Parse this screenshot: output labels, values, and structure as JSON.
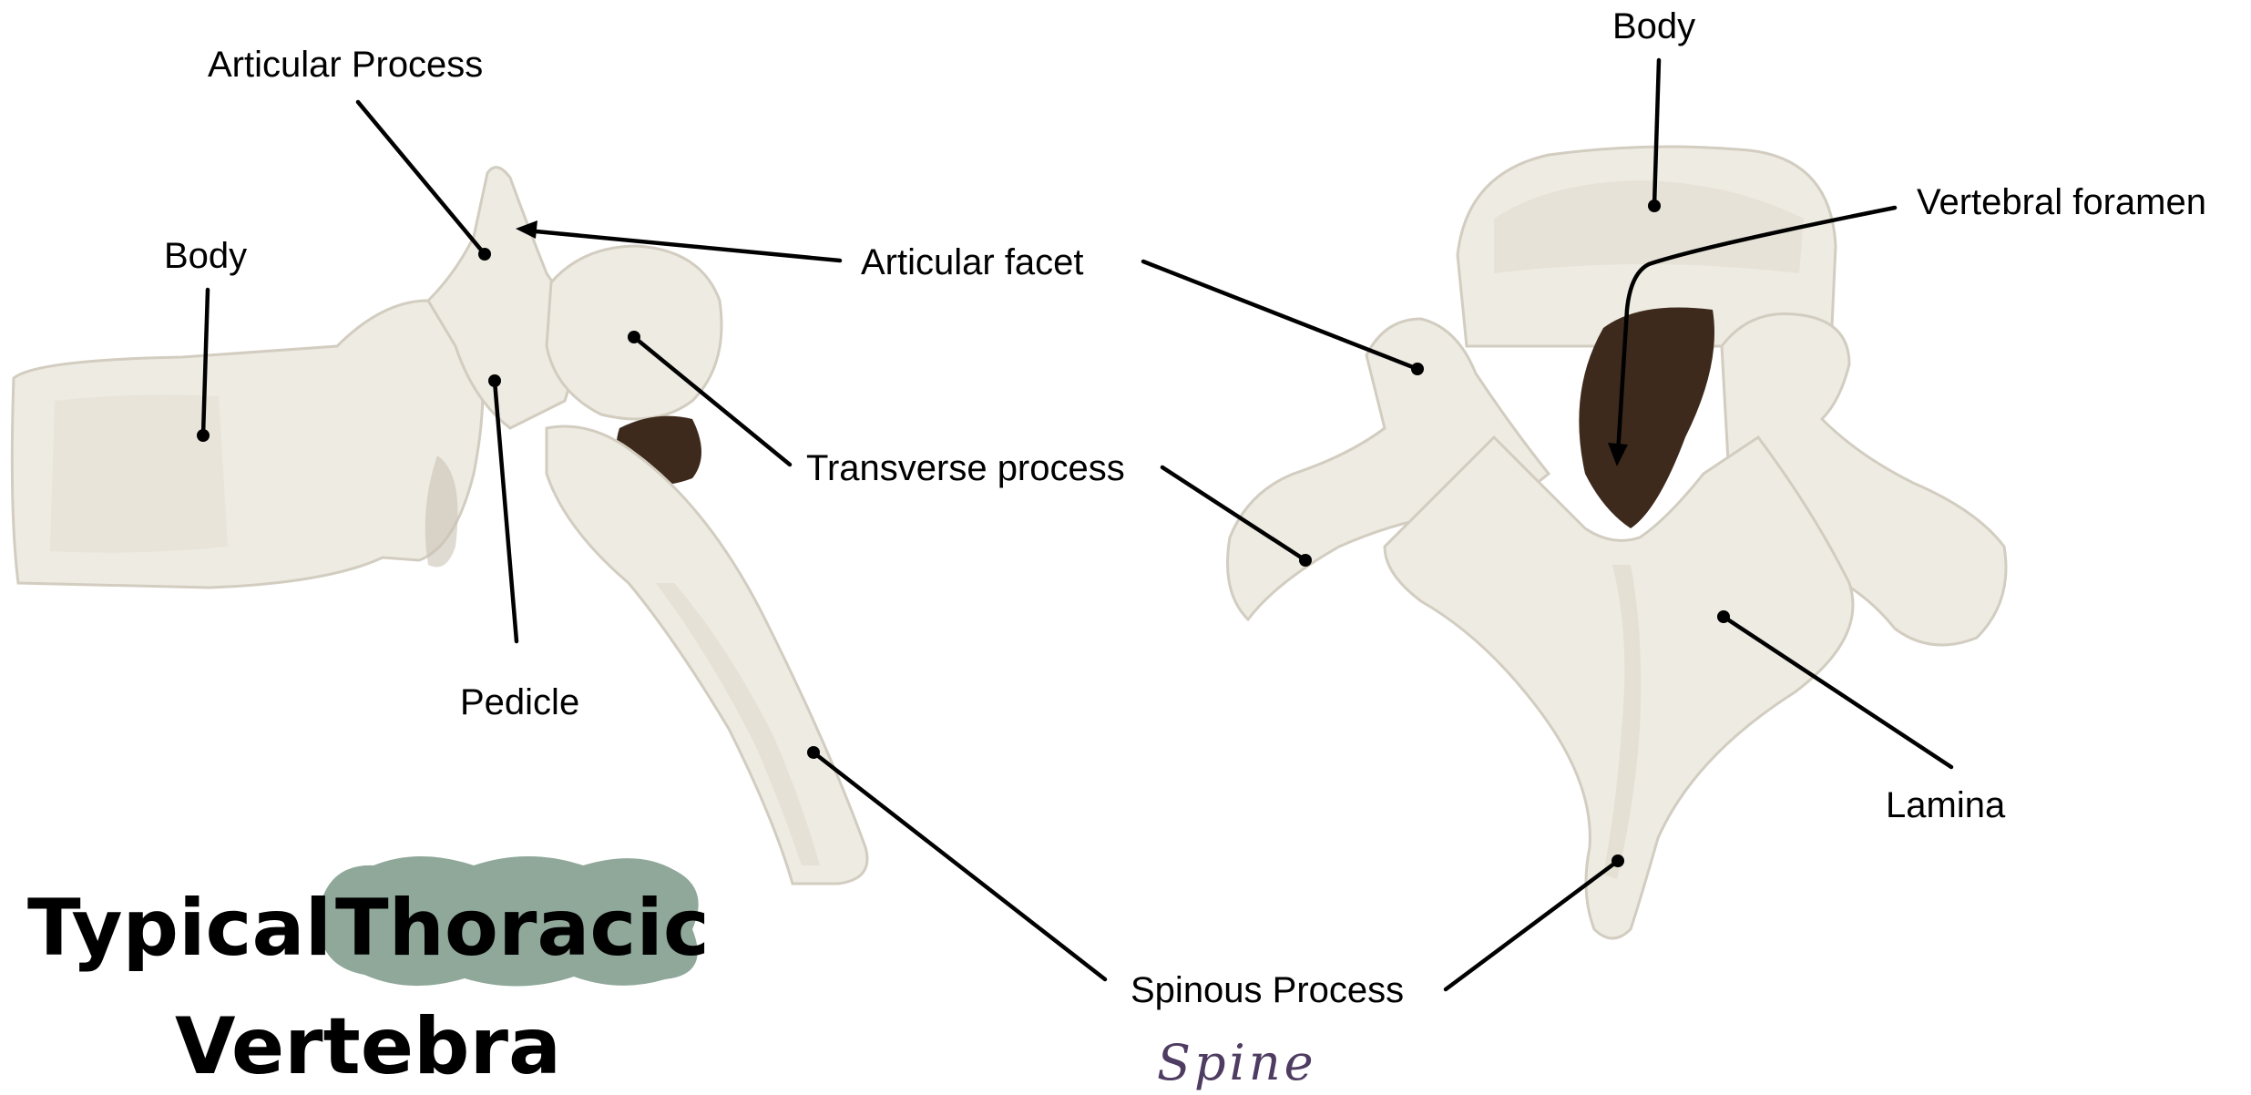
{
  "title": {
    "line1": "Typical",
    "highlight": "Thoracic",
    "line2": "Vertebra"
  },
  "highlight_color": "#8fa89a",
  "handwritten_note": "Spine",
  "handwritten_color": "#4e3c62",
  "labels": {
    "articular_process": "Articular Process",
    "body_left": "Body",
    "body_right": "Body",
    "articular_facet": "Articular facet",
    "vertebral_foramen": "Vertebral foramen",
    "transverse_process": "Transverse process",
    "pedicle": "Pedicle",
    "lamina": "Lamina",
    "spinous_process": "Spinous Process"
  }
}
